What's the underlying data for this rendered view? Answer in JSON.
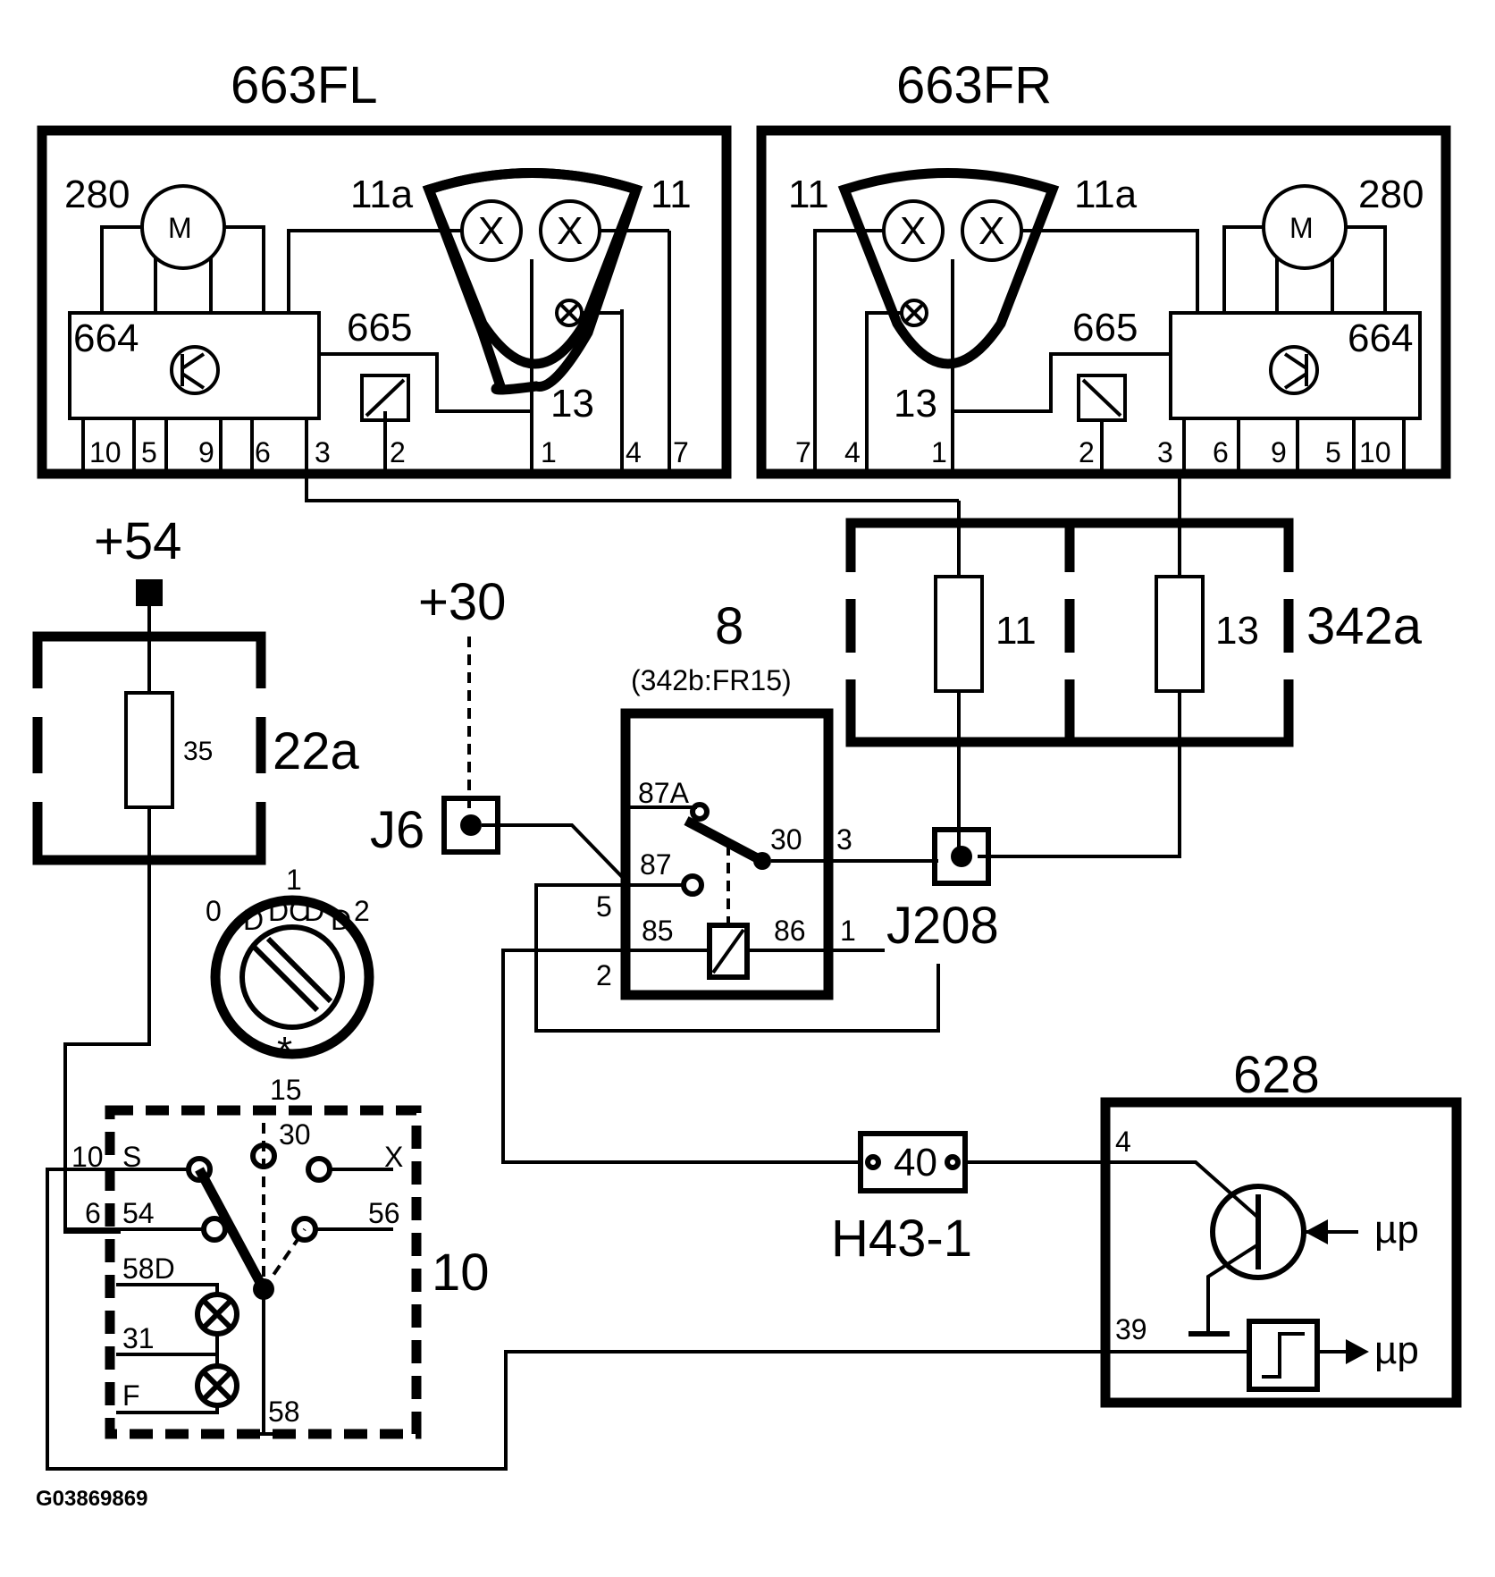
{
  "labels": {
    "mod_left": "663FL",
    "mod_right": "663FR",
    "motor_left": "280",
    "motor_right": "280",
    "motor_letter": "M",
    "bulb_terminal_11a_left": "11a",
    "bulb_terminal_11_left": "11",
    "bulb_terminal_11_right": "11",
    "bulb_terminal_11a_right": "11a",
    "control_left": "664",
    "control_right": "664",
    "relay_left": "665",
    "relay_right": "665",
    "terminal_13_left": "13",
    "terminal_13_right": "13",
    "pins_left": [
      "10",
      "5",
      "9",
      "6",
      "3",
      "2",
      "1",
      "4",
      "7"
    ],
    "pins_right": [
      "7",
      "4",
      "1",
      "2",
      "3",
      "6",
      "9",
      "5",
      "10"
    ],
    "plus54": "+54",
    "fusebox_left": "22a",
    "fuse_35": "35",
    "plus30": "+30",
    "relay8": "8",
    "relay8_sub": "(342b:FR15)",
    "r87a": "87A",
    "r30": "30",
    "r3": "3",
    "r87": "87",
    "r5": "5",
    "r85": "85",
    "r86": "86",
    "r1": "1",
    "r2": "2",
    "j6": "J6",
    "j208": "J208",
    "fuse_11": "11",
    "fuse_13": "13",
    "fusebox_right": "342a",
    "sw_0": "0",
    "sw_1": "1",
    "sw_2": "2",
    "sw10_15": "15",
    "sw10_30": "30",
    "sw10_10": "10",
    "sw10_s": "S",
    "sw10_x": "X",
    "sw10_6": "6",
    "sw10_54": "54",
    "sw10_56": "56",
    "sw10_58d": "58D",
    "sw10_31": "31",
    "sw10_f": "F",
    "sw10_58": "58",
    "sw10_label": "10",
    "conn_40": "40",
    "conn_h43": "H43-1",
    "ecu_628": "628",
    "ecu_4": "4",
    "ecu_39": "39",
    "mu_p_1": "µp",
    "mu_p_2": "µp",
    "footer_id": "G03869869"
  }
}
